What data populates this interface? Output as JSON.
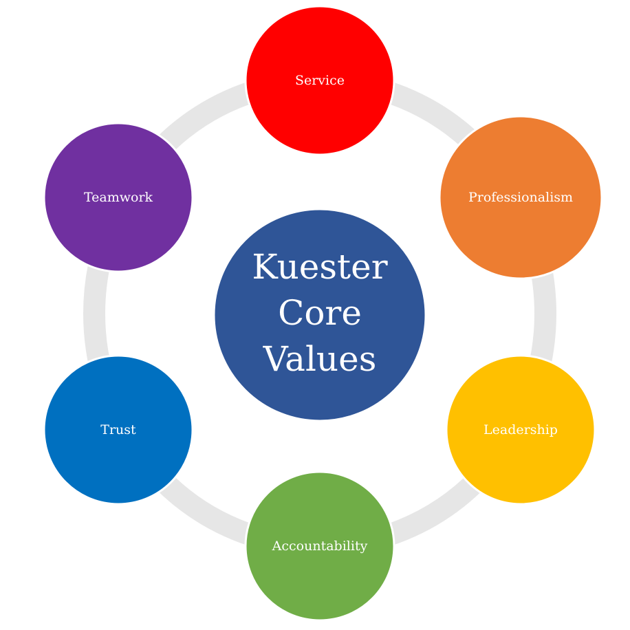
{
  "center": {
    "lines": [
      "Kuester",
      "Core",
      "Values"
    ],
    "color": "#2F5597"
  },
  "ring_color": "#E6E6E6",
  "values": [
    {
      "label": "Service",
      "color": "#FF0000"
    },
    {
      "label": "Professionalism",
      "color": "#ED7D31"
    },
    {
      "label": "Leadership",
      "color": "#FFC000"
    },
    {
      "label": "Accountability",
      "color": "#70AD47"
    },
    {
      "label": "Trust",
      "color": "#0070C0"
    },
    {
      "label": "Teamwork",
      "color": "#7030A0"
    }
  ]
}
